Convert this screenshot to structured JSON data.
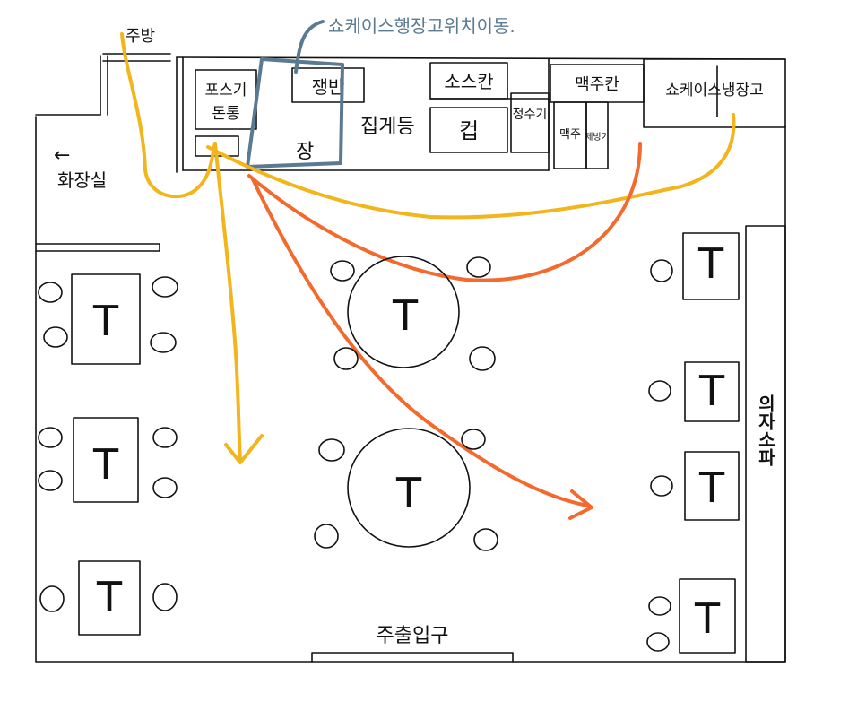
{
  "labels": {
    "kitchen": "주방",
    "restroom_arrow": "←",
    "restroom": "화장실",
    "showcase_note": "쇼케이스행장고위치이동.",
    "pos": "포스기",
    "cash": "돈통",
    "tableware": "쟁반",
    "cabinet": "장",
    "utensils": "집게등",
    "sauce": "소스칸",
    "cup": "컵",
    "water": "정수기",
    "beer": "맥주칸",
    "beer2": "맥주",
    "ice": "제빙기",
    "showcase_fridge": "쇼케이스냉장고",
    "sofa": "의자소파",
    "entrance": "주출입구"
  },
  "table_label": "T",
  "colors": {
    "outline": "#111111",
    "yellow_route": "#f2b51c",
    "orange_route": "#f26a2e",
    "blue_box": "#5a7a92"
  }
}
